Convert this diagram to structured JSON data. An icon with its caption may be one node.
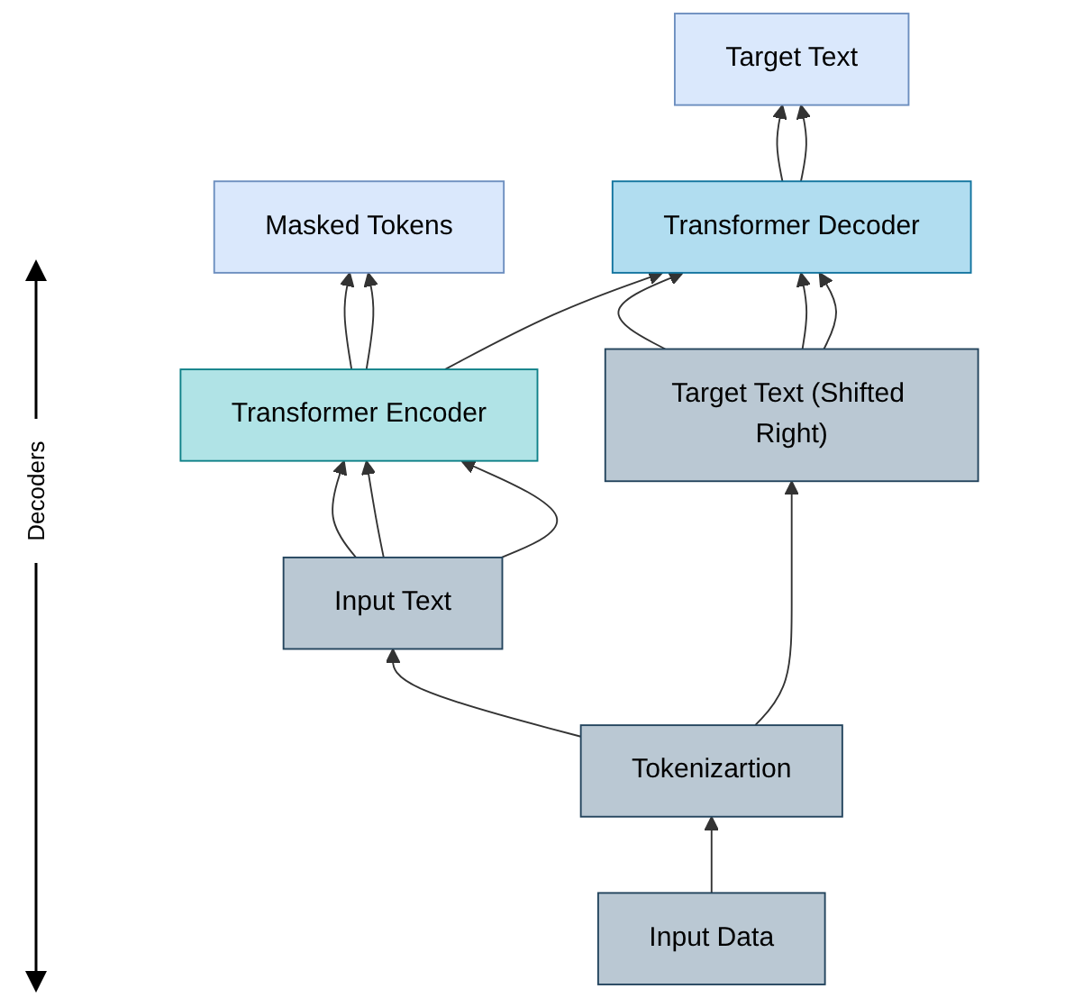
{
  "diagram": {
    "nodes": [
      {
        "text": [
          "Masked Tokens"
        ]
      },
      {
        "text": [
          "Target Text"
        ]
      },
      {
        "text": [
          "Transformer Encoder"
        ]
      },
      {
        "text": [
          "Transformer Decoder"
        ]
      },
      {
        "text": [
          "Input Text"
        ]
      },
      {
        "text": [
          "Target Text (Shifted Right)"
        ]
      },
      {
        "text": [
          "Tokenizartion"
        ]
      },
      {
        "text": [
          "Input Data"
        ]
      }
    ],
    "edges": [
      {
        "from": 2,
        "to": 0,
        "arrow": "to"
      },
      {
        "from": 2,
        "to": 0,
        "arrow": "to"
      },
      {
        "from": 3,
        "to": 1,
        "arrow": "to"
      },
      {
        "from": 3,
        "to": 1,
        "arrow": "to"
      },
      {
        "from": 2,
        "to": 3,
        "arrow": "to"
      },
      {
        "from": 4,
        "to": 2,
        "arrow": "to"
      },
      {
        "from": 4,
        "to": 2,
        "arrow": "to"
      },
      {
        "from": 4,
        "to": 2,
        "arrow": "to"
      },
      {
        "from": 5,
        "to": 3,
        "arrow": "to"
      },
      {
        "from": 5,
        "to": 3,
        "arrow": "to"
      },
      {
        "from": 5,
        "to": 3,
        "arrow": "to"
      },
      {
        "from": 6,
        "to": 4,
        "arrow": "to"
      },
      {
        "from": 6,
        "to": 5,
        "arrow": "to"
      },
      {
        "from": 7,
        "to": 6,
        "arrow": "to"
      }
    ],
    "labels": [
      "Decoders"
    ]
  }
}
